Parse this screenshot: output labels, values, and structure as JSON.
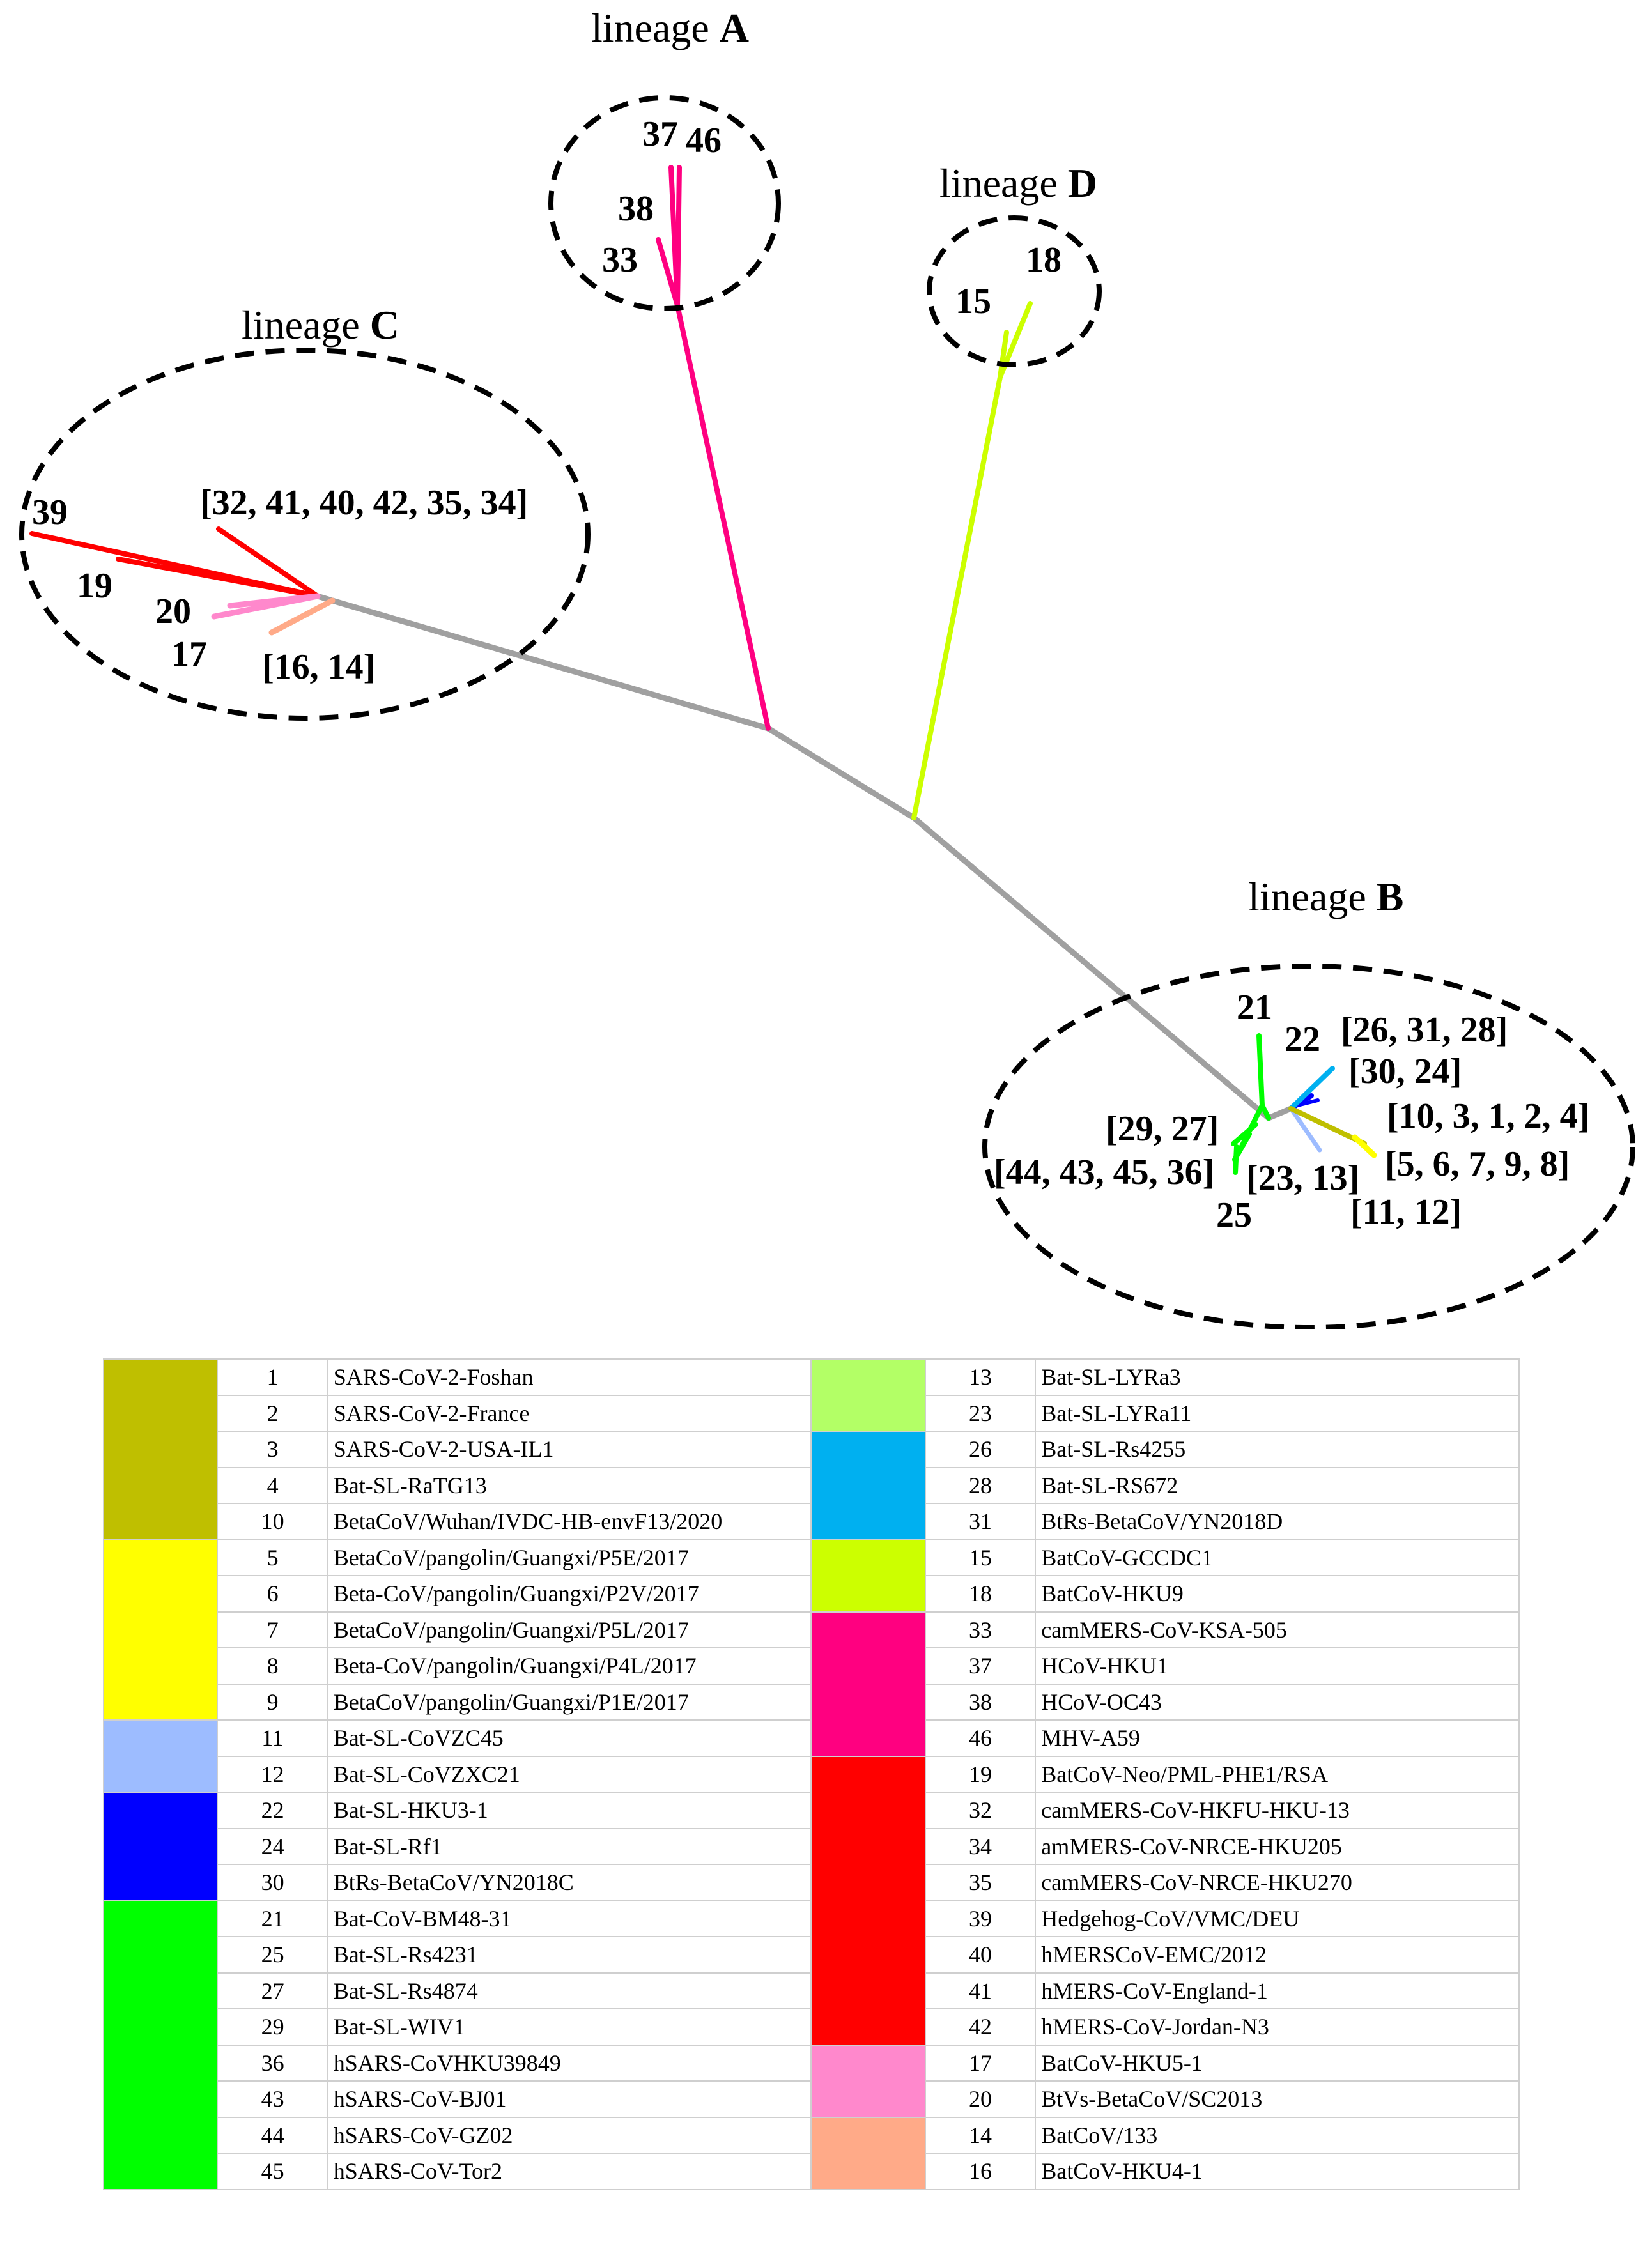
{
  "lineages": [
    {
      "id": "A",
      "prefix": "lineage ",
      "letter": "A"
    },
    {
      "id": "B",
      "prefix": "lineage ",
      "letter": "B"
    },
    {
      "id": "C",
      "prefix": "lineage ",
      "letter": "C"
    },
    {
      "id": "D",
      "prefix": "lineage ",
      "letter": "D"
    }
  ],
  "tip_labels": {
    "a37": "37",
    "a46": "46",
    "a38": "38",
    "a33": "33",
    "d18": "18",
    "d15": "15",
    "c39": "39",
    "c32": "[32, 41, 40, 42, 35, 34]",
    "c19": "19",
    "c20": "20",
    "c17": "17",
    "c16": "[16, 14]",
    "b21": "21",
    "b22": "22",
    "b26": "[26, 31, 28]",
    "b30": "[30, 24]",
    "b10": "[10, 3, 1, 2, 4]",
    "b29": "[29, 27]",
    "b5": "[5, 6, 7, 9, 8]",
    "b44": "[44, 43, 45, 36]",
    "b23": "[23, 13]",
    "b25": "25",
    "b11": "[11, 12]"
  },
  "colors": {
    "olive": "#bfbf00",
    "yellow": "#ffff00",
    "lightblue": "#9dbcff",
    "blue": "#0000ff",
    "green": "#00ff00",
    "lightgreen": "#b3ff66",
    "cyan": "#00b0f0",
    "lime": "#ccff00",
    "magenta": "#ff0080",
    "red": "#ff0000",
    "pink": "#ff88cc",
    "salmon": "#ffaa88",
    "gray": "#a0a0a0"
  },
  "legend_left": [
    {
      "color": "#bfbf00",
      "items": [
        [
          "1",
          "SARS-CoV-2-Foshan"
        ],
        [
          "2",
          "SARS-CoV-2-France"
        ],
        [
          "3",
          "SARS-CoV-2-USA-IL1"
        ],
        [
          "4",
          "Bat-SL-RaTG13"
        ],
        [
          "10",
          "BetaCoV/Wuhan/IVDC-HB-envF13/2020"
        ]
      ]
    },
    {
      "color": "#ffff00",
      "items": [
        [
          "5",
          "BetaCoV/pangolin/Guangxi/P5E/2017"
        ],
        [
          "6",
          "Beta-CoV/pangolin/Guangxi/P2V/2017"
        ],
        [
          "7",
          "BetaCoV/pangolin/Guangxi/P5L/2017"
        ],
        [
          "8",
          "Beta-CoV/pangolin/Guangxi/P4L/2017"
        ],
        [
          "9",
          "BetaCoV/pangolin/Guangxi/P1E/2017"
        ]
      ]
    },
    {
      "color": "#9dbcff",
      "items": [
        [
          "11",
          "Bat-SL-CoVZC45"
        ],
        [
          "12",
          "Bat-SL-CoVZXC21"
        ]
      ]
    },
    {
      "color": "#0000ff",
      "items": [
        [
          "22",
          "Bat-SL-HKU3-1"
        ],
        [
          "24",
          "Bat-SL-Rf1"
        ],
        [
          "30",
          "BtRs-BetaCoV/YN2018C"
        ]
      ]
    },
    {
      "color": "#00ff00",
      "items": [
        [
          "21",
          "Bat-CoV-BM48-31"
        ],
        [
          "25",
          "Bat-SL-Rs4231"
        ],
        [
          "27",
          "Bat-SL-Rs4874"
        ],
        [
          "29",
          "Bat-SL-WIV1"
        ],
        [
          "36",
          "hSARS-CoVHKU39849"
        ],
        [
          "43",
          "hSARS-CoV-BJ01"
        ],
        [
          "44",
          "hSARS-CoV-GZ02"
        ],
        [
          "45",
          "hSARS-CoV-Tor2"
        ]
      ]
    }
  ],
  "legend_right": [
    {
      "color": "#b3ff66",
      "items": [
        [
          "13",
          "Bat-SL-LYRa3"
        ],
        [
          "23",
          "Bat-SL-LYRa11"
        ]
      ]
    },
    {
      "color": "#00b0f0",
      "items": [
        [
          "26",
          "Bat-SL-Rs4255"
        ],
        [
          "28",
          "Bat-SL-RS672"
        ],
        [
          "31",
          "BtRs-BetaCoV/YN2018D"
        ]
      ]
    },
    {
      "color": "#ccff00",
      "items": [
        [
          "15",
          "BatCoV-GCCDC1"
        ],
        [
          "18",
          "BatCoV-HKU9"
        ]
      ]
    },
    {
      "color": "#ff0080",
      "items": [
        [
          "33",
          "camMERS-CoV-KSA-505"
        ],
        [
          "37",
          "HCoV-HKU1"
        ],
        [
          "38",
          "HCoV-OC43"
        ],
        [
          "46",
          "MHV-A59"
        ]
      ]
    },
    {
      "color": "#ff0000",
      "items": [
        [
          "19",
          "BatCoV-Neo/PML-PHE1/RSA"
        ],
        [
          "32",
          "camMERS-CoV-HKFU-HKU-13"
        ],
        [
          "34",
          "amMERS-CoV-NRCE-HKU205"
        ],
        [
          "35",
          "camMERS-CoV-NRCE-HKU270"
        ],
        [
          "39",
          "Hedgehog-CoV/VMC/DEU"
        ],
        [
          "40",
          "hMERSCoV-EMC/2012"
        ],
        [
          "41",
          "hMERS-CoV-England-1"
        ],
        [
          "42",
          "hMERS-CoV-Jordan-N3"
        ]
      ]
    },
    {
      "color": "#ff88cc",
      "items": [
        [
          "17",
          "BatCoV-HKU5-1"
        ],
        [
          "20",
          "BtVs-BetaCoV/SC2013"
        ]
      ]
    },
    {
      "color": "#ffaa88",
      "items": [
        [
          "14",
          "BatCoV/133"
        ],
        [
          "16",
          "BatCoV-HKU4-1"
        ]
      ]
    }
  ]
}
